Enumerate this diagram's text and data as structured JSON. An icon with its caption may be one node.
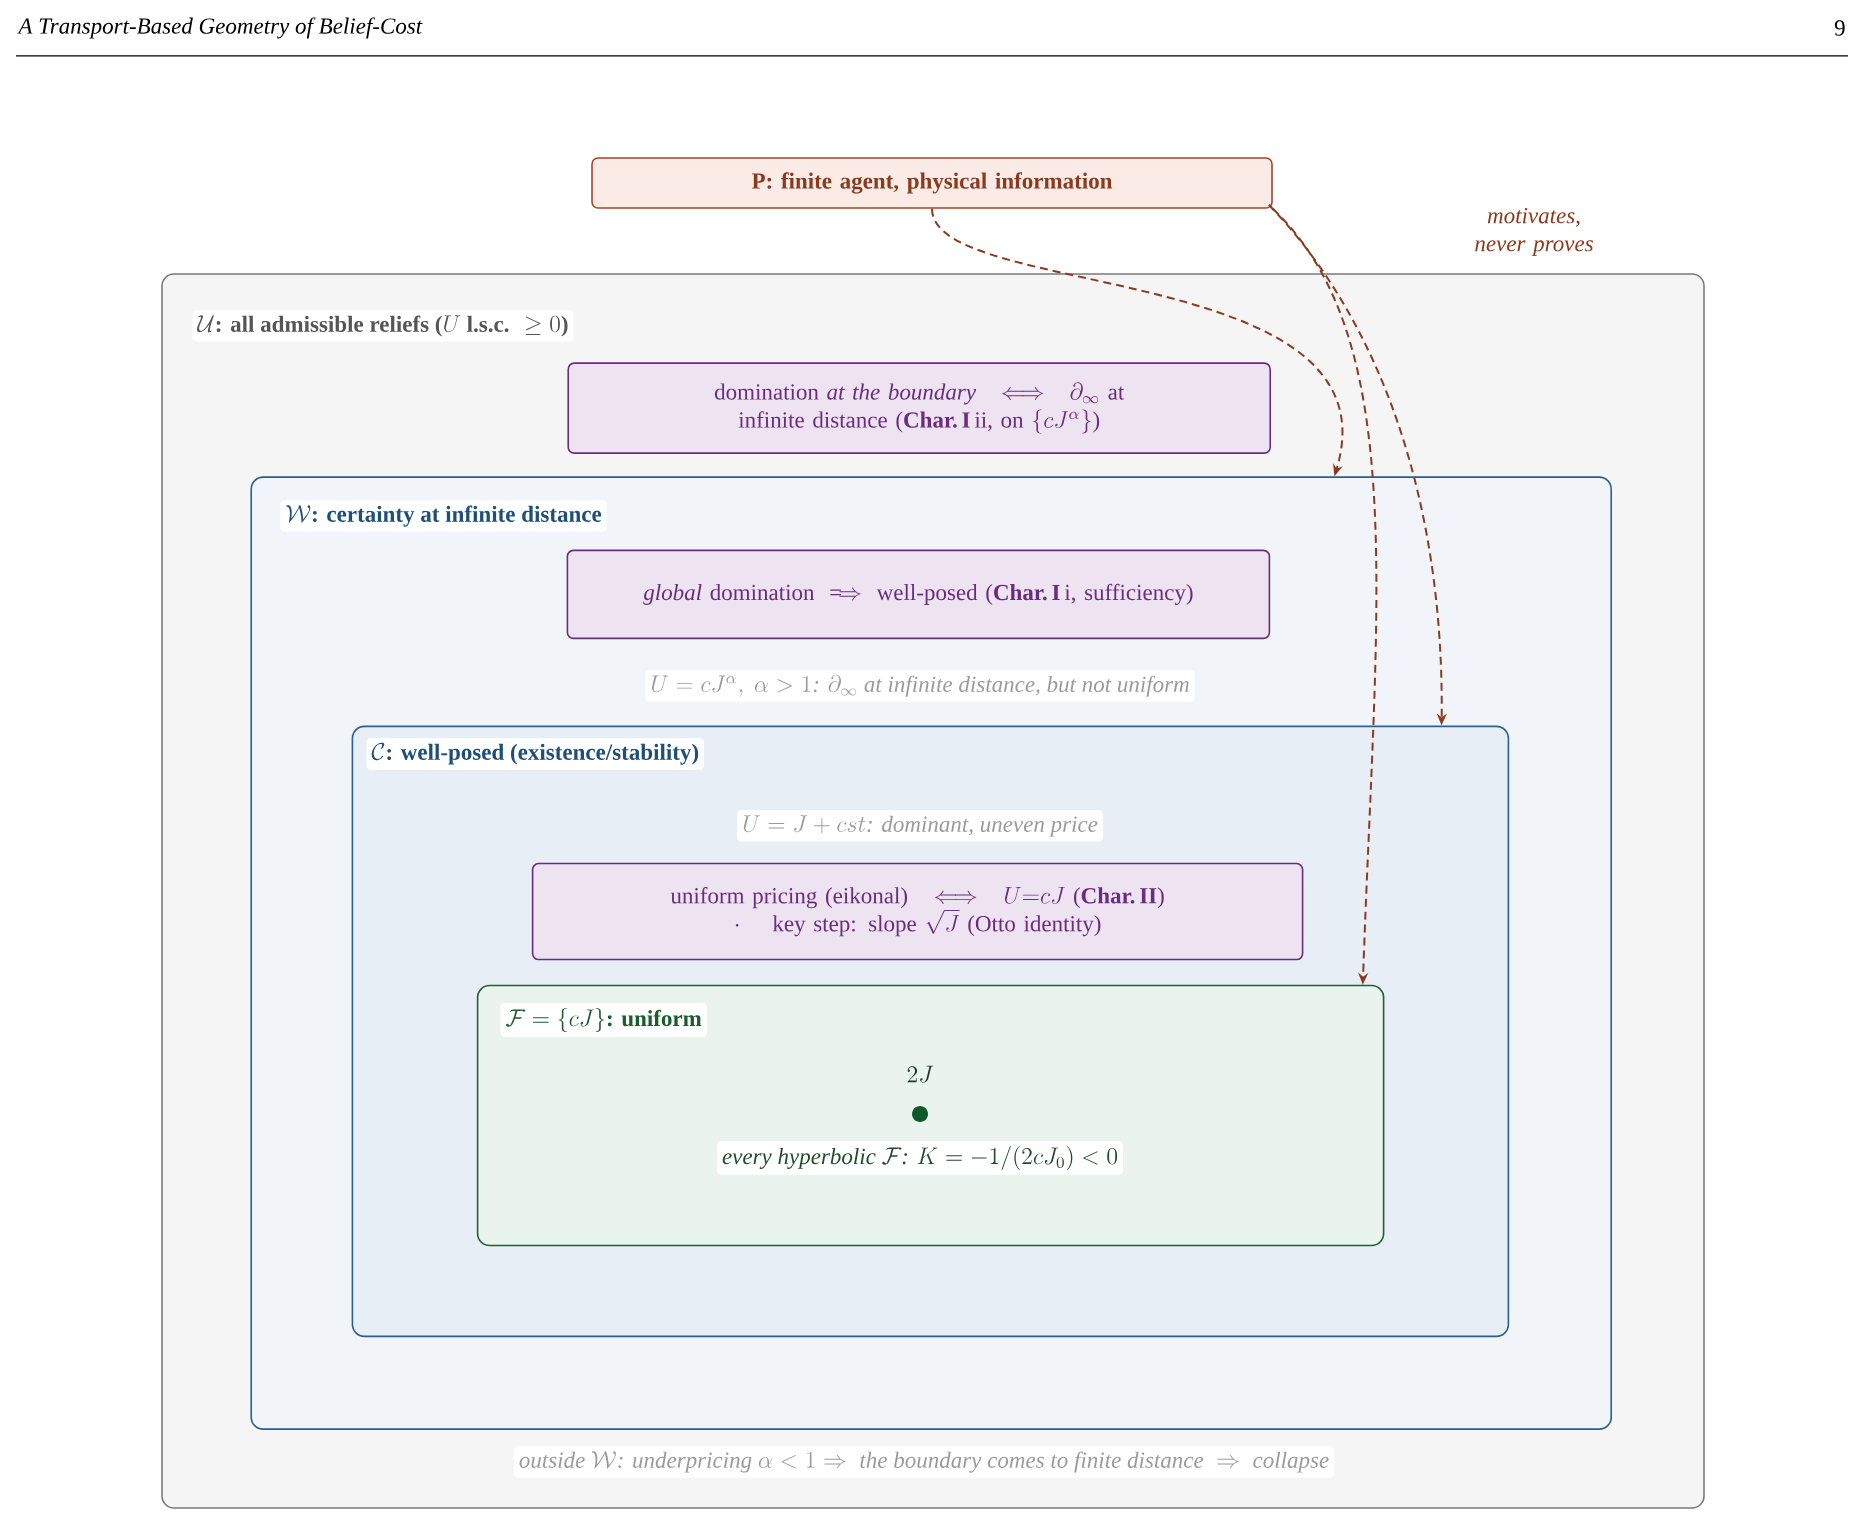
{
  "diagram": {
    "nodes": [
      {
        "text": [
          "P: finite agent, physical information"
        ]
      },
      {
        "text": [
          "\\mathcal{U}\\textbf{: all admissible reliefs (}U\\textbf{ l.s.c. }\\geq 0\\textbf{)}",
          "\\textit{outside }\\mathcal{W}\\textit{: underpricing }\\alpha<1\\Rightarrow\\textit{ the boundary comes to finite distance }\\Rightarrow\\textit{ collapse}"
        ]
      },
      {
        "text": [
          "\\text{domination \\textit{at the boundary}}\\Longleftrightarrow\\partial_\\infty\\text{ at}\\allowbreak\\ \\text{infinite distance (\\textbf{Char.\\,I}\\,ii, on }\\{cJ^\\alpha\\}\\text{)}"
        ],
        "in": 1
      },
      {
        "text": [
          "\\mathcal{W}\\textbf{: certainty at infinite distance}",
          "U=cJ^\\alpha,\\ \\alpha>1\\textit{: }\\partial_\\infty\\textit{ at infinite distance, but not uniform}"
        ],
        "in": 1
      },
      {
        "text": [
          "\\textit{global}\\text{ domination}\\Longrightarrow\\text{well-posed (\\textbf{Char.\\,I}\\,i, sufficiency)}"
        ],
        "in": 3
      },
      {
        "text": [
          "\\mathcal{C}\\textbf{: well-posed (existence/stability)}",
          "U=J+cst\\textit{: dominant, uneven price}"
        ],
        "in": 3
      },
      {
        "text": [
          "\\text{uniform pricing (eikonal)}\\Longleftrightarrow U{=}cJ\\text{ (\\textbf{Char.\\,II})}\\allowbreak\\ \\cdot\\ \\text{ key step: slope }\\sqrt{J}\\text{ (Otto identity)}"
        ],
        "in": 5
      },
      {
        "text": [
          "\\mathcal{F}=\\{cJ\\}\\textbf{: uniform}",
          "2J",
          "\\textit{every hyperbolic }\\mathcal{F}\\textit{: }K=-1/(2cJ_0)<0"
        ],
        "in": 5
      }
    ],
    "edges": [
      {
        "from": 0,
        "to": 3,
        "arrow": "to",
        "style": "dashed"
      },
      {
        "from": 0,
        "to": 5,
        "arrow": "to",
        "style": "dashed"
      },
      {
        "from": 0,
        "to": 7,
        "arrow": "to",
        "style": "dashed"
      }
    ],
    "labels": [
      "A Transport-Based Geometry of Belief-Cost",
      "9",
      "motivates, never proves"
    ]
  }
}
